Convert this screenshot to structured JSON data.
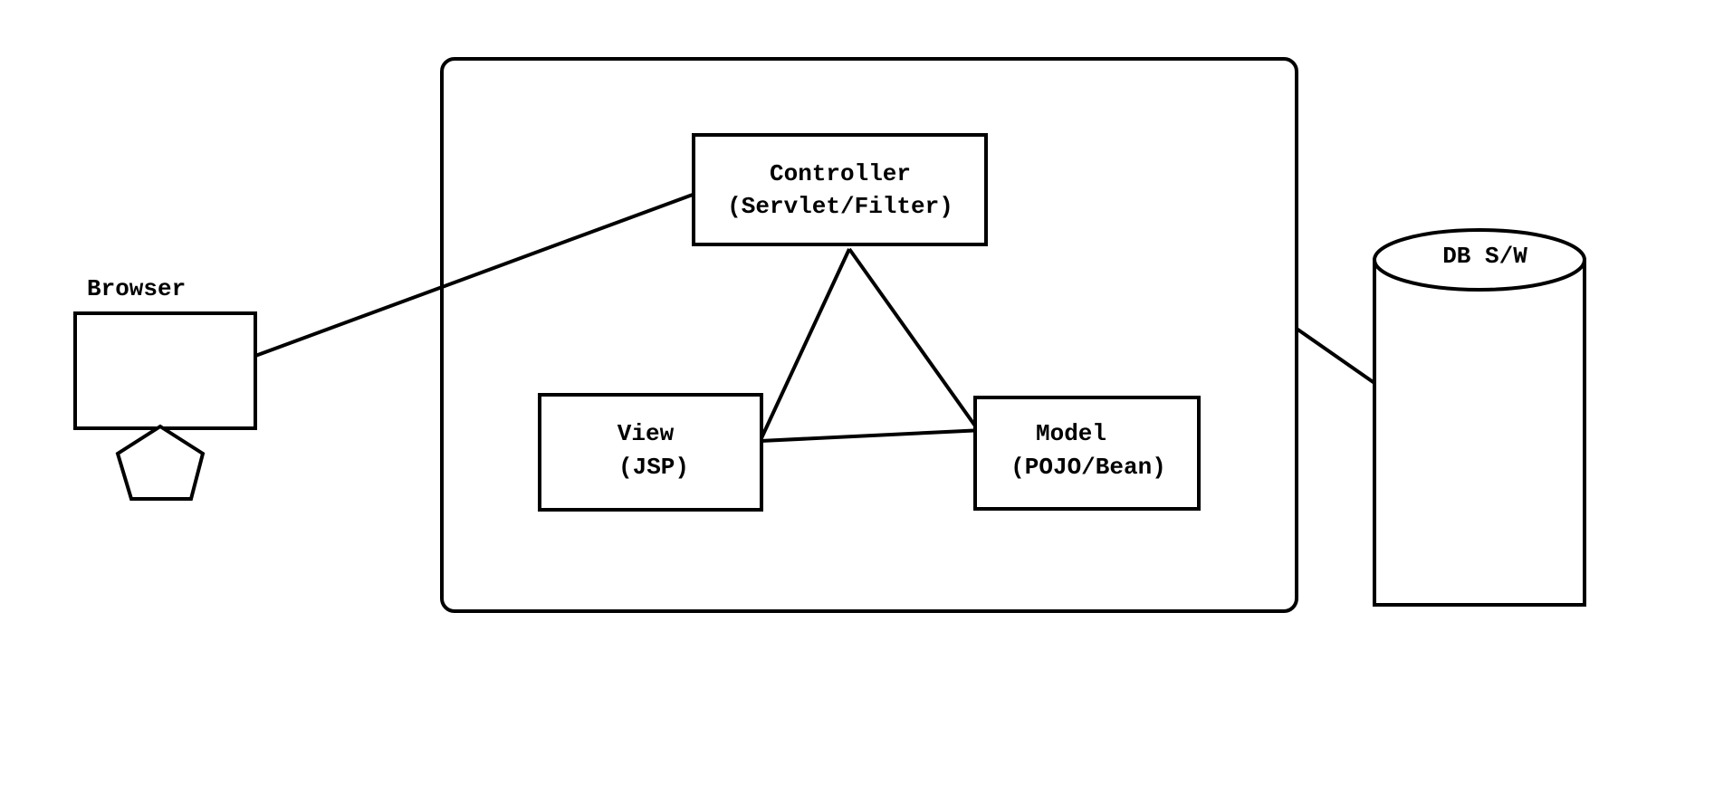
{
  "diagram": {
    "browser": {
      "label": "Browser"
    },
    "controller": {
      "line1": "Controller",
      "line2": "(Servlet/Filter)"
    },
    "view": {
      "line1": "View",
      "line2": "(JSP)"
    },
    "model": {
      "line1": "Model",
      "line2": "(POJO/Bean)"
    },
    "database": {
      "label": "DB S/W"
    }
  },
  "colors": {
    "stroke": "#000000",
    "background": "#ffffff"
  }
}
